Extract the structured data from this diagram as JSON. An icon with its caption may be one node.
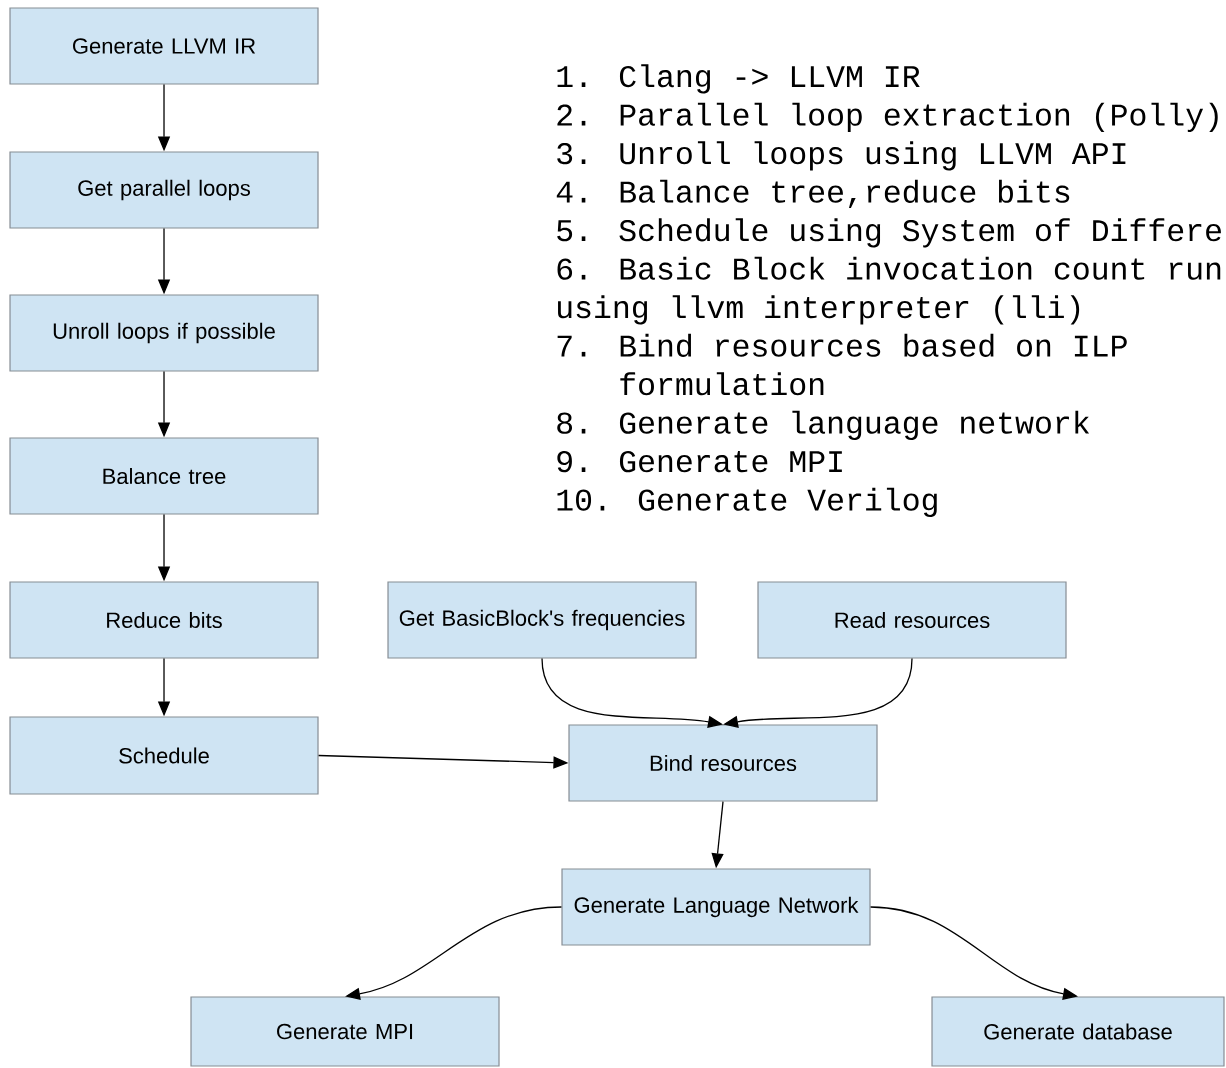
{
  "diagram": {
    "nodes": [
      {
        "text": [
          "Generate LLVM IR"
        ]
      },
      {
        "text": [
          "Get parallel loops"
        ]
      },
      {
        "text": [
          "Unroll loops if possible"
        ]
      },
      {
        "text": [
          "Balance tree"
        ]
      },
      {
        "text": [
          "Reduce bits"
        ]
      },
      {
        "text": [
          "Schedule"
        ]
      },
      {
        "text": [
          "Get BasicBlock's frequencies"
        ]
      },
      {
        "text": [
          "Read resources"
        ]
      },
      {
        "text": [
          "Bind resources"
        ]
      },
      {
        "text": [
          "Generate Language Network"
        ]
      },
      {
        "text": [
          "Generate MPI"
        ]
      },
      {
        "text": [
          "Generate database"
        ]
      }
    ],
    "edges": [
      {
        "from": 0,
        "to": 1,
        "arrow": "to"
      },
      {
        "from": 1,
        "to": 2,
        "arrow": "to"
      },
      {
        "from": 2,
        "to": 3,
        "arrow": "to"
      },
      {
        "from": 3,
        "to": 4,
        "arrow": "to"
      },
      {
        "from": 4,
        "to": 5,
        "arrow": "to"
      },
      {
        "from": 5,
        "to": 8,
        "arrow": "to"
      },
      {
        "from": 6,
        "to": 8,
        "arrow": "to"
      },
      {
        "from": 7,
        "to": 8,
        "arrow": "to"
      },
      {
        "from": 8,
        "to": 9,
        "arrow": "to"
      },
      {
        "from": 9,
        "to": 10,
        "arrow": "to"
      },
      {
        "from": 9,
        "to": 11,
        "arrow": "to"
      }
    ],
    "labels": [
      "1. Clang -> LLVM IR",
      "2. Parallel loop extraction (Polly)",
      "3. Unroll loops using LLVM API",
      "4. Balance tree,reduce bits",
      "5. Schedule using System of Differe",
      "6. Basic Block invocation count run using llvm interpreter (lli)",
      "7. Bind resources based on ILP formulation",
      "8. Generate language network",
      "9. Generate MPI",
      "10. Generate Verilog"
    ]
  }
}
